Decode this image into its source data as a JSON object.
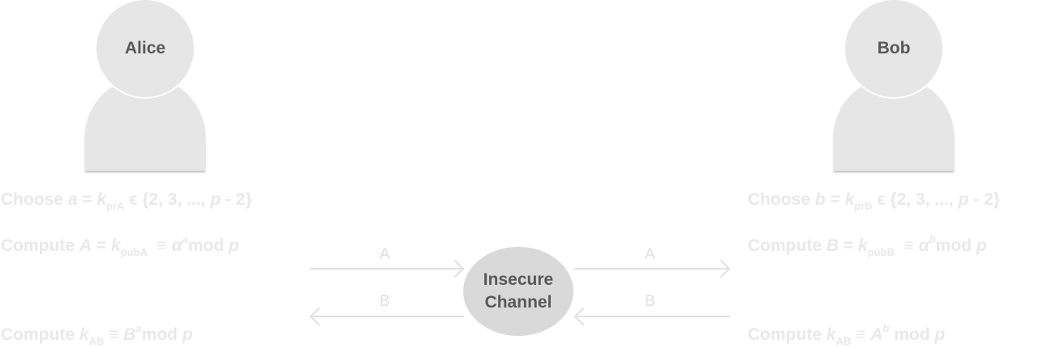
{
  "alice": {
    "name": "Alice",
    "choose_prefix": "Choose ",
    "choose_var": "a",
    "choose_eq": " = ",
    "choose_k": "k",
    "choose_sub": "prA",
    "choose_rest": " ϵ {2, 3, ..., ",
    "choose_p": "p",
    "choose_end": " - 2}",
    "compute1_prefix": "Compute ",
    "compute1_var": "A",
    "compute1_eq": " = ",
    "compute1_k": "k",
    "compute1_sub": "pubA",
    "compute1_equiv": "  ≡ ",
    "compute1_alpha": "α",
    "compute1_sup": "a",
    "compute1_mod": "mod ",
    "compute1_p": "p",
    "compute2_prefix": "Compute ",
    "compute2_k": "k",
    "compute2_sub": "AB",
    "compute2_equiv": " ≡ ",
    "compute2_base": "B",
    "compute2_sup": "a",
    "compute2_mod": "mod ",
    "compute2_p": "p"
  },
  "bob": {
    "name": "Bob",
    "choose_prefix": "Choose ",
    "choose_var": "b",
    "choose_eq": " = ",
    "choose_k": "k",
    "choose_sub": "prB",
    "choose_rest": " ϵ {2, 3, ..., ",
    "choose_p": "p",
    "choose_end": " - 2}",
    "compute1_prefix": "Compute ",
    "compute1_var": "B",
    "compute1_eq": " = ",
    "compute1_k": "k",
    "compute1_sub": "pubB",
    "compute1_equiv": "  ≡ ",
    "compute1_alpha": "α",
    "compute1_sup": "b",
    "compute1_mod": "mod ",
    "compute1_p": "p",
    "compute2_prefix": "Compute ",
    "compute2_k": "k",
    "compute2_sub": "AB",
    "compute2_equiv": " ≡ ",
    "compute2_base": "A",
    "compute2_sup": "b",
    "compute2_mod": " mod ",
    "compute2_p": "p"
  },
  "channel": {
    "line1": "Insecure",
    "line2": "Channel"
  },
  "arrows": {
    "alice_to_channel": "A",
    "channel_to_bob": "A",
    "channel_to_alice": "B",
    "bob_to_channel": "B"
  },
  "colors": {
    "figure_fill": "#e6e6e6",
    "channel_fill": "#d9d9d9",
    "label_text": "#595959",
    "faded_text": "#e8e8e8",
    "arrow": "#e0e0e0"
  }
}
